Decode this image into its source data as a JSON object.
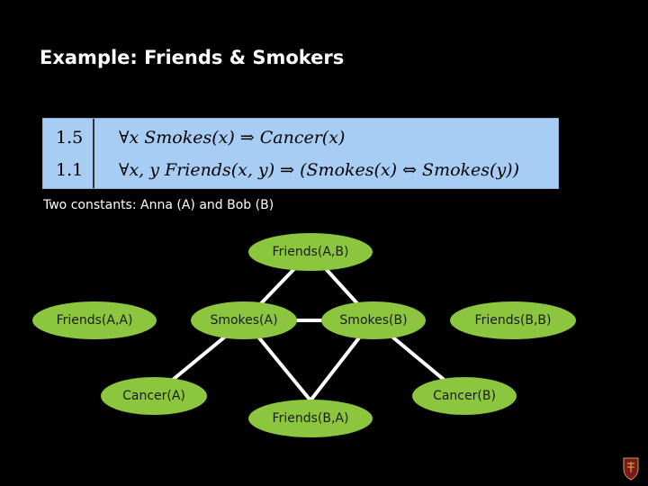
{
  "slide": {
    "title": "Example: Friends & Smokers",
    "constants_text": "Two constants: Anna (A) and Bob (B)"
  },
  "formulas": [
    {
      "weight": "1.5",
      "formula": "∀x Smokes(x) ⇒ Cancer(x)"
    },
    {
      "weight": "1.1",
      "formula": "∀x, y Friends(x, y) ⇒ (Smokes(x) ⇔ Smokes(y))"
    }
  ],
  "nodes": {
    "friends_ab": "Friends(A,B)",
    "friends_aa": "Friends(A,A)",
    "smokes_a": "Smokes(A)",
    "smokes_b": "Smokes(B)",
    "friends_bb": "Friends(B,B)",
    "cancer_a": "Cancer(A)",
    "friends_ba": "Friends(B,A)",
    "cancer_b": "Cancer(B)"
  },
  "colors": {
    "background": "#000000",
    "node_fill": "#8cc63f",
    "edge": "#ffffff",
    "formula_box": "#a8cdf5"
  }
}
